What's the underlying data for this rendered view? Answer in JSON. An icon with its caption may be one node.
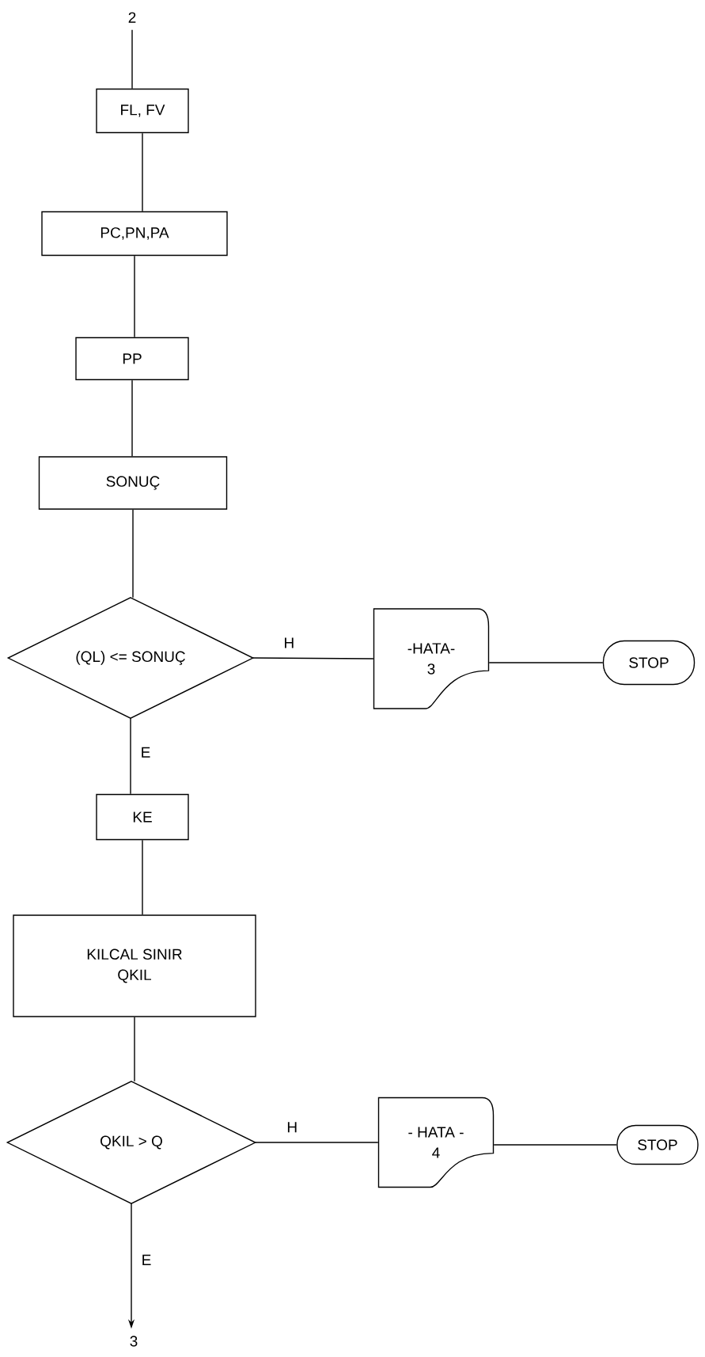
{
  "diagram": {
    "nodes": [
      {
        "text": [
          "2"
        ]
      },
      {
        "text": [
          "FL, FV"
        ]
      },
      {
        "text": [
          "PC,PN,PA"
        ]
      },
      {
        "text": [
          "PP"
        ]
      },
      {
        "text": [
          "SONUÇ"
        ]
      },
      {
        "text": [
          "(QL) <= SONUÇ"
        ]
      },
      {
        "text": [
          "-HATA-",
          "3"
        ]
      },
      {
        "text": [
          "STOP"
        ]
      },
      {
        "text": [
          "KE"
        ]
      },
      {
        "text": [
          "KILCAL SINIR",
          "QKIL"
        ]
      },
      {
        "text": [
          "QKIL > Q"
        ]
      },
      {
        "text": [
          "- HATA -",
          "4"
        ]
      },
      {
        "text": [
          "STOP"
        ]
      },
      {
        "text": [
          "3"
        ]
      }
    ],
    "edges": [
      {
        "from": 0,
        "to": 1,
        "arrow": "none"
      },
      {
        "from": 1,
        "to": 2,
        "arrow": "none"
      },
      {
        "from": 2,
        "to": 3,
        "arrow": "none"
      },
      {
        "from": 3,
        "to": 4,
        "arrow": "none"
      },
      {
        "from": 4,
        "to": 5,
        "arrow": "none"
      },
      {
        "from": 5,
        "to": 6,
        "arrow": "none",
        "label": "H"
      },
      {
        "from": 6,
        "to": 7,
        "arrow": "none"
      },
      {
        "from": 5,
        "to": 8,
        "arrow": "none",
        "label": "E"
      },
      {
        "from": 8,
        "to": 9,
        "arrow": "none"
      },
      {
        "from": 9,
        "to": 10,
        "arrow": "none"
      },
      {
        "from": 10,
        "to": 11,
        "arrow": "none",
        "label": "H"
      },
      {
        "from": 11,
        "to": 12,
        "arrow": "none"
      },
      {
        "from": 10,
        "to": 13,
        "arrow": "to",
        "label": "E"
      }
    ]
  }
}
